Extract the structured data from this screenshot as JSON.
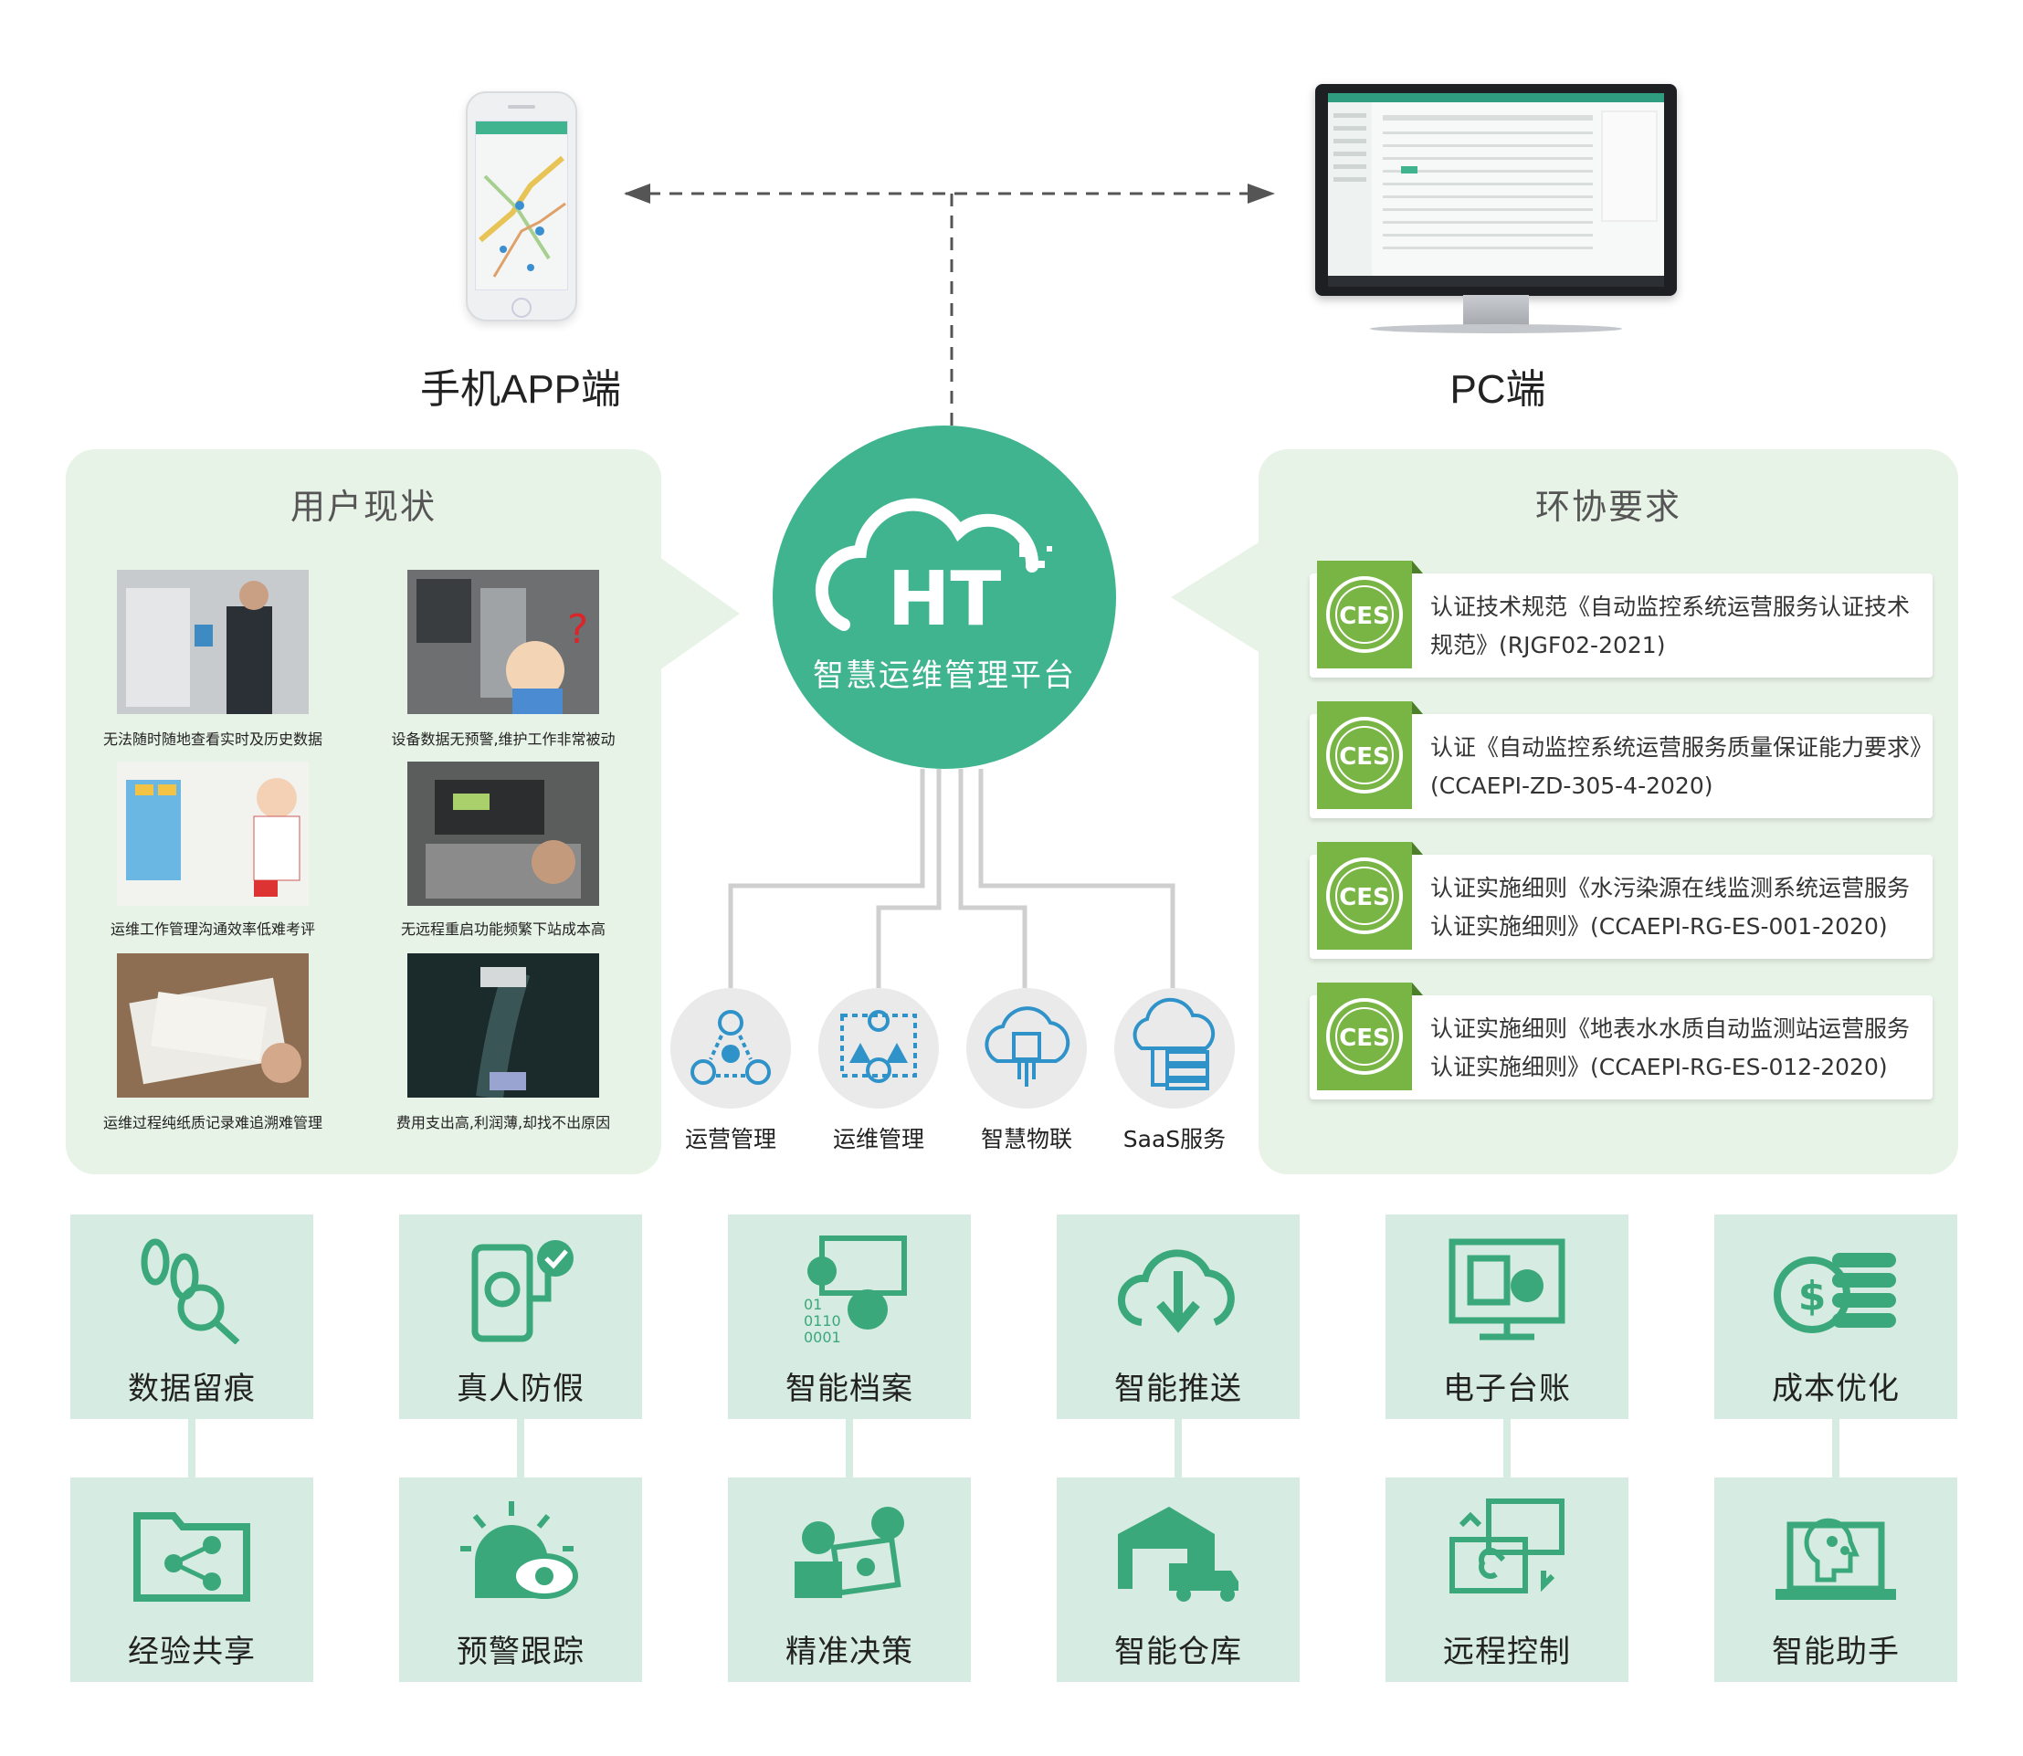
{
  "devices": {
    "mobile_label": "手机APP端",
    "pc_label": "PC端"
  },
  "hub": {
    "logo_text": "HT",
    "label": "智慧运维管理平台",
    "color": "#3fb48e"
  },
  "user_status": {
    "title": "用户现状",
    "items": [
      {
        "caption": "无法随时随地查看实时及历史数据"
      },
      {
        "caption": "设备数据无预警,维护工作非常被动"
      },
      {
        "caption": "运维工作管理沟通效率低难考评"
      },
      {
        "caption": "无远程重启功能频繁下站成本高"
      },
      {
        "caption": "运维过程纯纸质记录难追溯难管理"
      },
      {
        "caption": "费用支出高,利润薄,却找不出原因"
      }
    ]
  },
  "env_requirements": {
    "title": "环协要求",
    "badge_text": "CES",
    "badge_color": "#79b545",
    "items": [
      {
        "text": "认证技术规范《自动监控系统运营服务认证技术规范》(RJGF02-2021)"
      },
      {
        "text": "认证《自动监控系统运营服务质量保证能力要求》(CCAEPI-ZD-305-4-2020)"
      },
      {
        "text": "认证实施细则《水污染源在线监测系统运营服务认证实施细则》(CCAEPI-RG-ES-001-2020)"
      },
      {
        "text": "认证实施细则《地表水水质自动监测站运营服务认证实施细则》(CCAEPI-RG-ES-012-2020)"
      }
    ]
  },
  "services": [
    {
      "label": "运营管理",
      "icon": "network-users-icon"
    },
    {
      "label": "运维管理",
      "icon": "warning-gear-icon"
    },
    {
      "label": "智慧物联",
      "icon": "cloud-chip-icon"
    },
    {
      "label": "SaaS服务",
      "icon": "cloud-server-icon"
    }
  ],
  "features_top": [
    {
      "label": "数据留痕",
      "icon": "footprint-search-icon"
    },
    {
      "label": "真人防假",
      "icon": "face-verify-icon"
    },
    {
      "label": "智能档案",
      "icon": "binary-gears-icon"
    },
    {
      "label": "智能推送",
      "icon": "cloud-download-icon"
    },
    {
      "label": "电子台账",
      "icon": "ledger-monitor-icon"
    },
    {
      "label": "成本优化",
      "icon": "dollar-coins-icon"
    }
  ],
  "features_bottom": [
    {
      "label": "经验共享",
      "icon": "folder-share-icon"
    },
    {
      "label": "预警跟踪",
      "icon": "alarm-eye-icon"
    },
    {
      "label": "精准决策",
      "icon": "engineer-gear-icon"
    },
    {
      "label": "智能仓库",
      "icon": "warehouse-truck-icon"
    },
    {
      "label": "远程控制",
      "icon": "remote-link-icon"
    },
    {
      "label": "智能助手",
      "icon": "ai-head-laptop-icon"
    }
  ],
  "colors": {
    "panel_bg": "#e8f3e7",
    "tile_bg": "#d6ebe2",
    "icon_green": "#3aa87a"
  }
}
